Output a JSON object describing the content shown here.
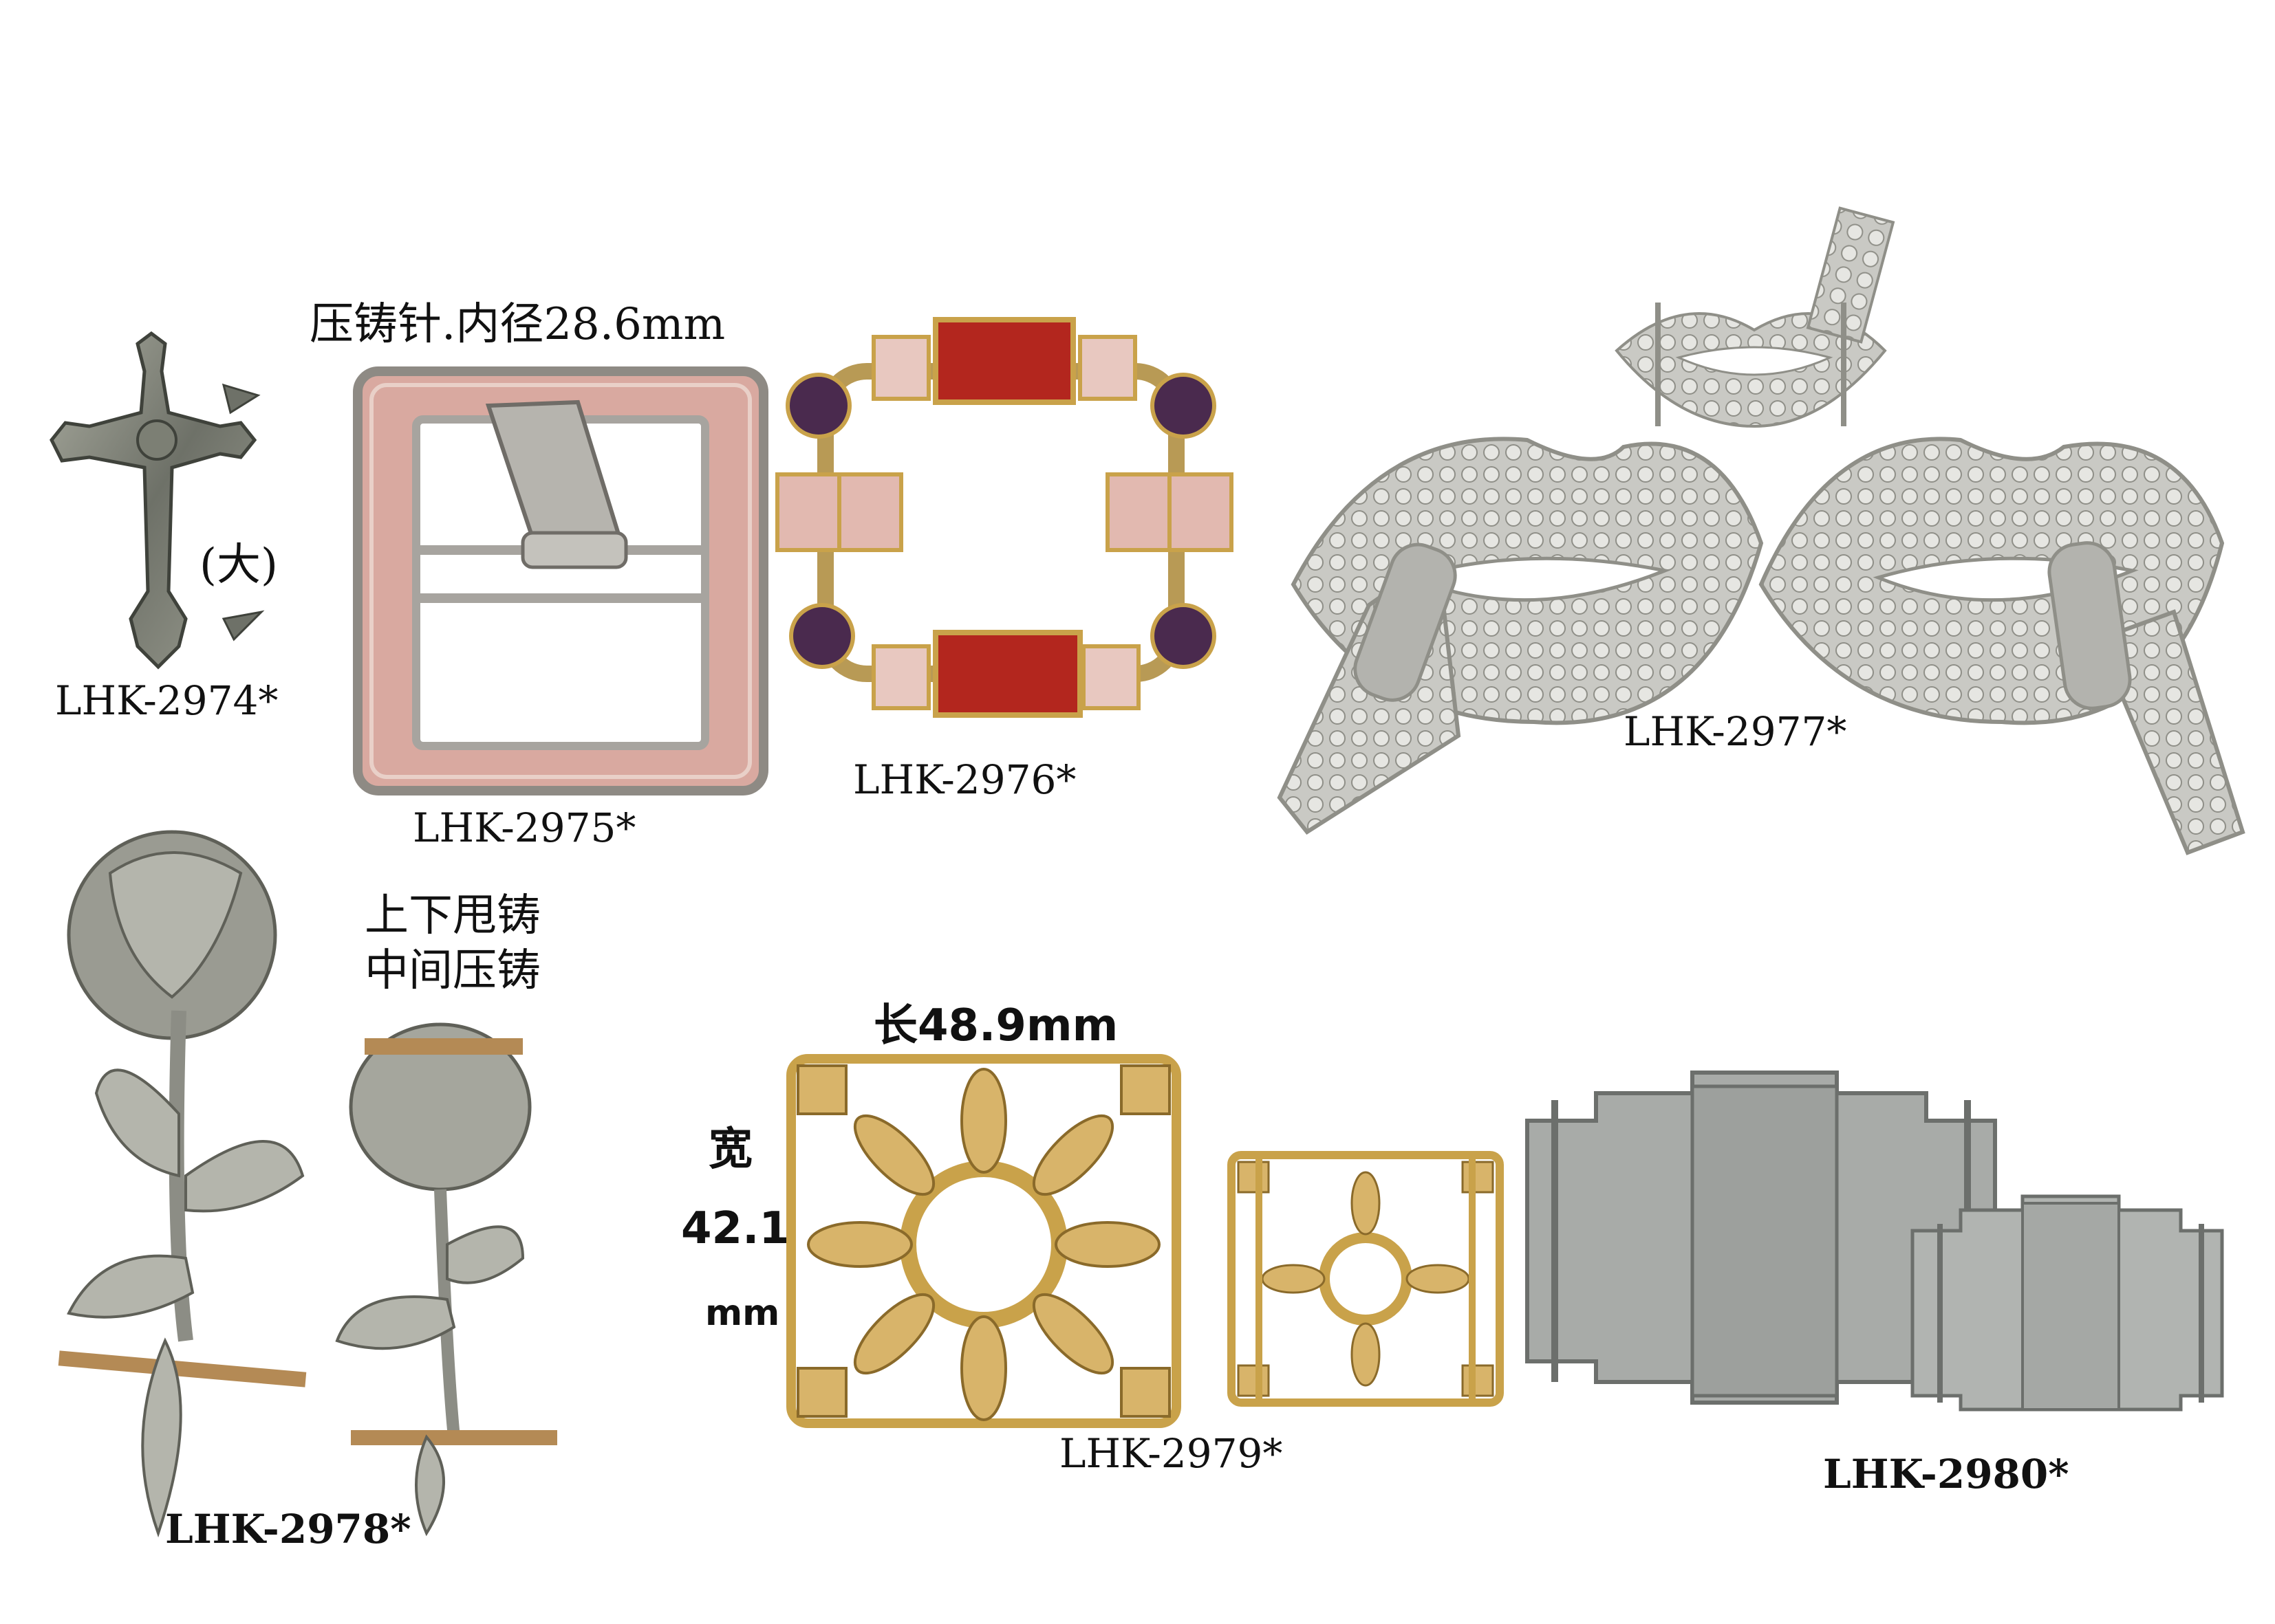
{
  "products": [
    {
      "code": "LHK-2974*",
      "note": "(大)",
      "item": "cross-pendant"
    },
    {
      "code": "LHK-2975*",
      "note": "压铸针.内径28.6mm",
      "item": "pin-buckle"
    },
    {
      "code": "LHK-2976*",
      "item": "rhinestone-buckle"
    },
    {
      "code": "LHK-2977*",
      "item": "lips-buckle"
    },
    {
      "code": "LHK-2978*",
      "note_lines": [
        "上下甩铸",
        "中间压铸"
      ],
      "item": "rose-pin"
    },
    {
      "code": "LHK-2979*",
      "length_note": "长48.9mm",
      "width_label": "宽",
      "width_value": "42.1",
      "width_unit": "mm",
      "item": "filigree-buckle"
    },
    {
      "code": "LHK-2980*",
      "item": "stepped-plate-buckle"
    }
  ],
  "colors": {
    "background": "#ffffff",
    "pewter": "#8d8f88",
    "silver": "#c9c9c4",
    "gold": "#c9a24a",
    "pink_enamel": "#d9a9a0",
    "ruby": "#b3261e",
    "amethyst": "#4a2a4e"
  }
}
